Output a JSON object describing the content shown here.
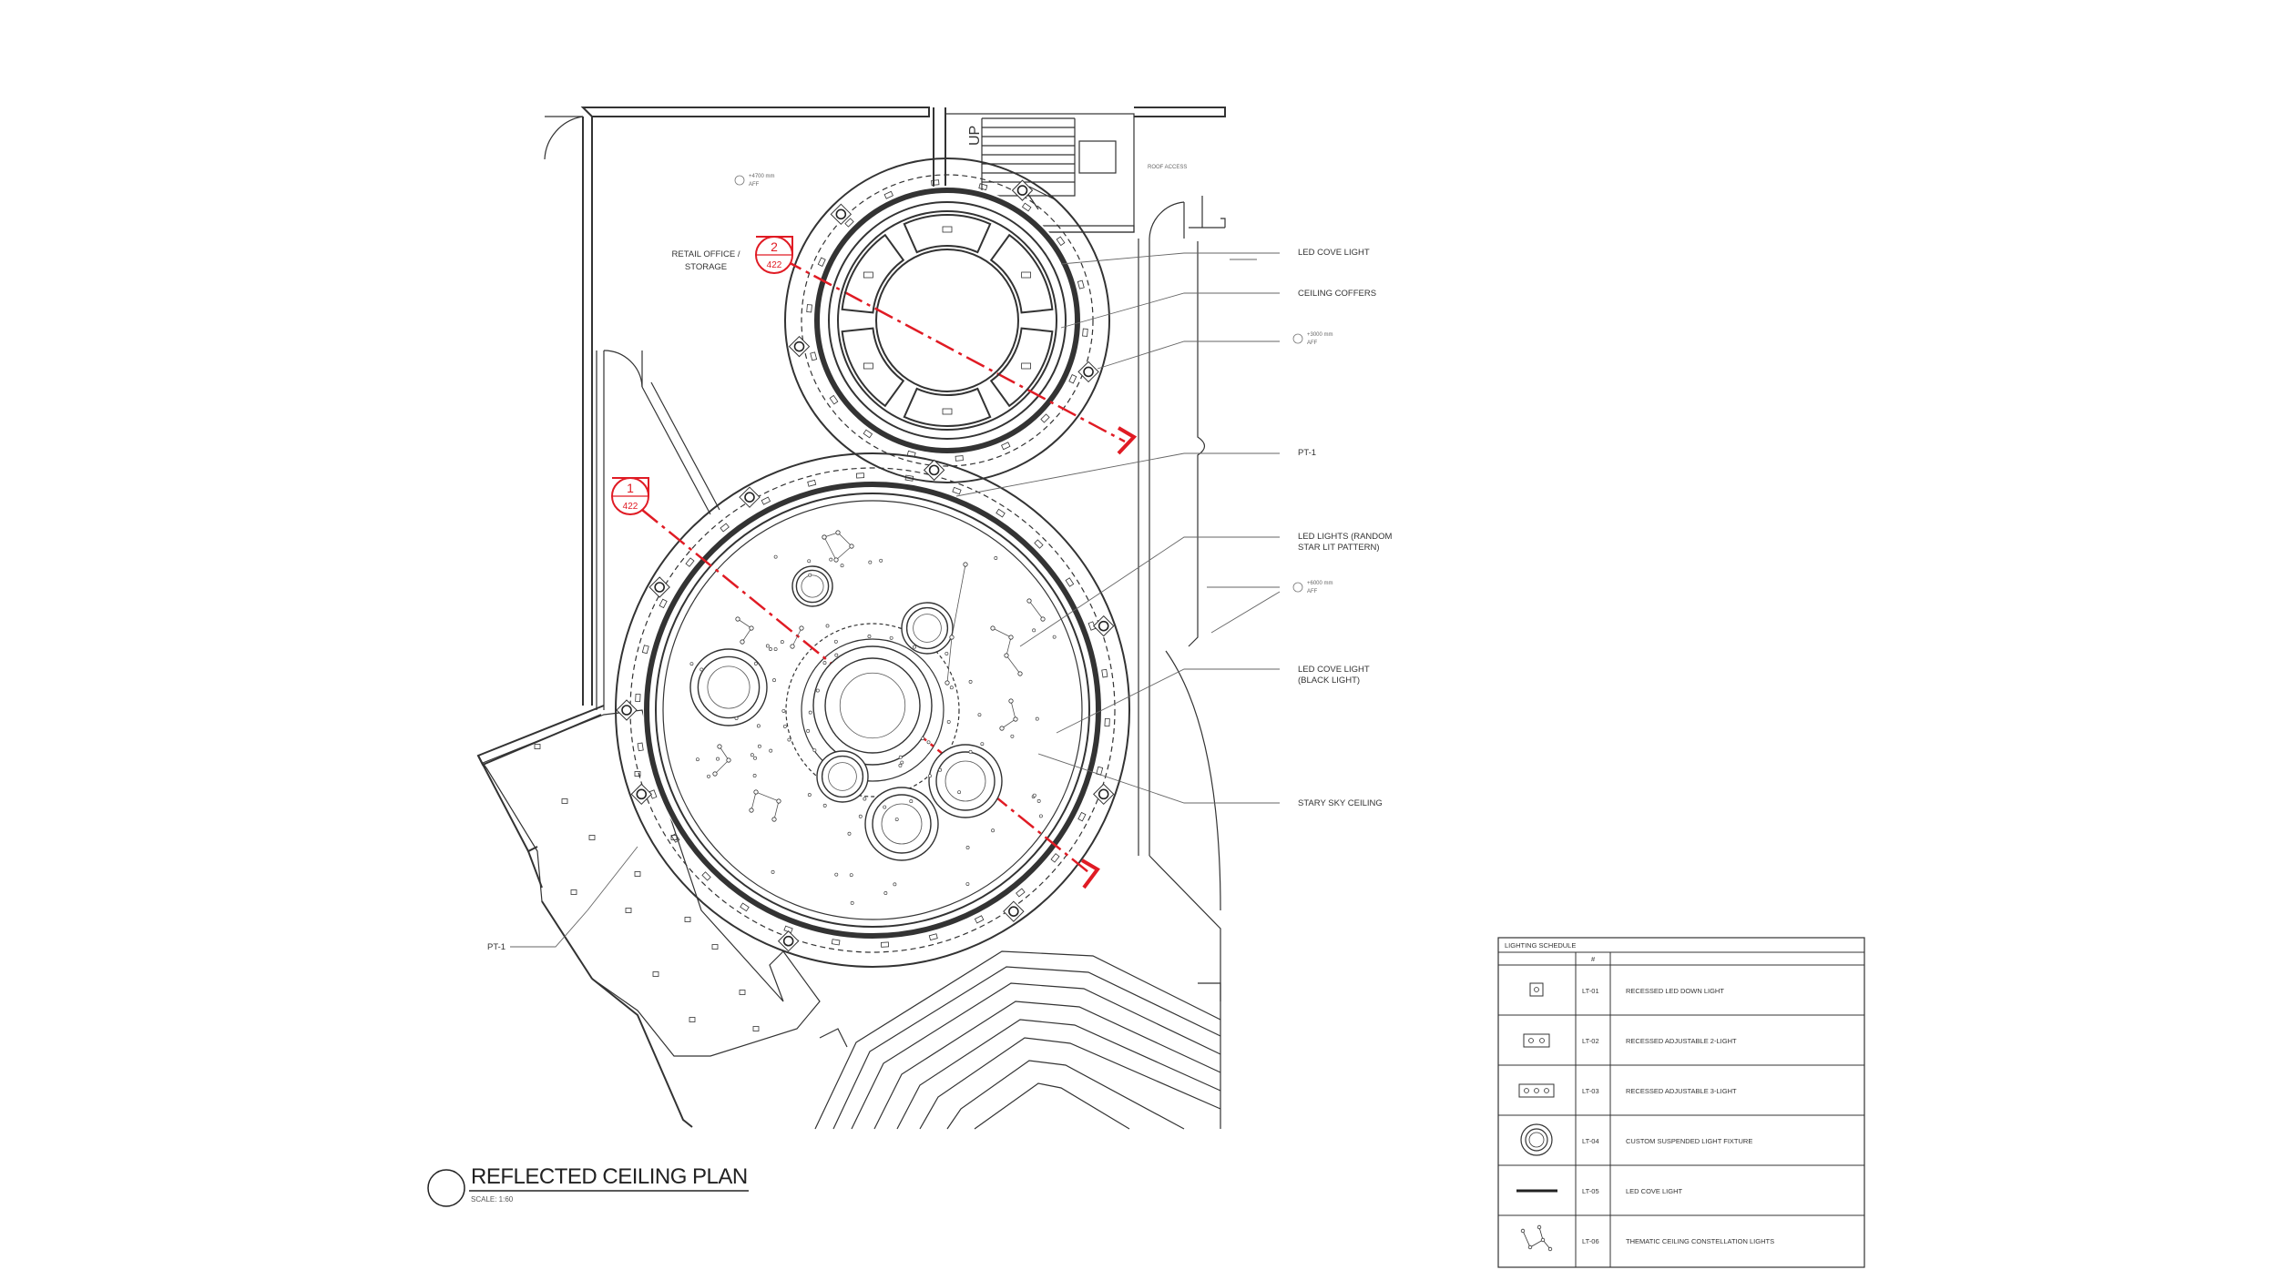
{
  "title": {
    "main": "REFLECTED CEILING PLAN",
    "scale": "SCALE: 1:60"
  },
  "rooms": {
    "retail": [
      "RETAIL OFFICE /",
      "STORAGE"
    ],
    "stair_up": "UP"
  },
  "elevations": {
    "e4700": [
      "+4700 mm",
      "AFF"
    ],
    "e3000": [
      "+3000 mm",
      "AFF"
    ],
    "e6000": [
      "+6000 mm",
      "AFF"
    ]
  },
  "section_markers": [
    {
      "number": "2",
      "sheet": "422"
    },
    {
      "number": "1",
      "sheet": "422"
    }
  ],
  "callouts": {
    "led_cove_1": "LED COVE LIGHT",
    "ceiling_coffers": "CEILING COFFERS",
    "pt1_right": "PT-1",
    "led_random": [
      "LED LIGHTS (RANDOM",
      "STAR LIT PATTERN)"
    ],
    "led_cove_black": [
      "LED COVE LIGHT",
      "(BLACK LIGHT)"
    ],
    "stary_sky": "STARY SKY CEILING",
    "pt1_left": "PT-1"
  },
  "schedule": {
    "title": "LIGHTING SCHEDULE",
    "header": "#",
    "rows": [
      {
        "icon": "recessed-down-light-icon",
        "code": "LT-01",
        "desc": "RECESSED LED DOWN LIGHT"
      },
      {
        "icon": "adjustable-2-light-icon",
        "code": "LT-02",
        "desc": "RECESSED ADJUSTABLE 2-LIGHT"
      },
      {
        "icon": "adjustable-3-light-icon",
        "code": "LT-03",
        "desc": "RECESSED ADJUSTABLE 3-LIGHT"
      },
      {
        "icon": "suspended-fixture-icon",
        "code": "LT-04",
        "desc": "CUSTOM SUSPENDED LIGHT FIXTURE"
      },
      {
        "icon": "cove-light-icon",
        "code": "LT-05",
        "desc": "LED COVE LIGHT"
      },
      {
        "icon": "constellation-icon",
        "code": "LT-06",
        "desc": "THEMATIC CEILING CONSTELLATION LIGHTS"
      }
    ]
  },
  "colors": {
    "linework": "#333333",
    "section_marker": "#e01b24",
    "background": "#ffffff"
  }
}
